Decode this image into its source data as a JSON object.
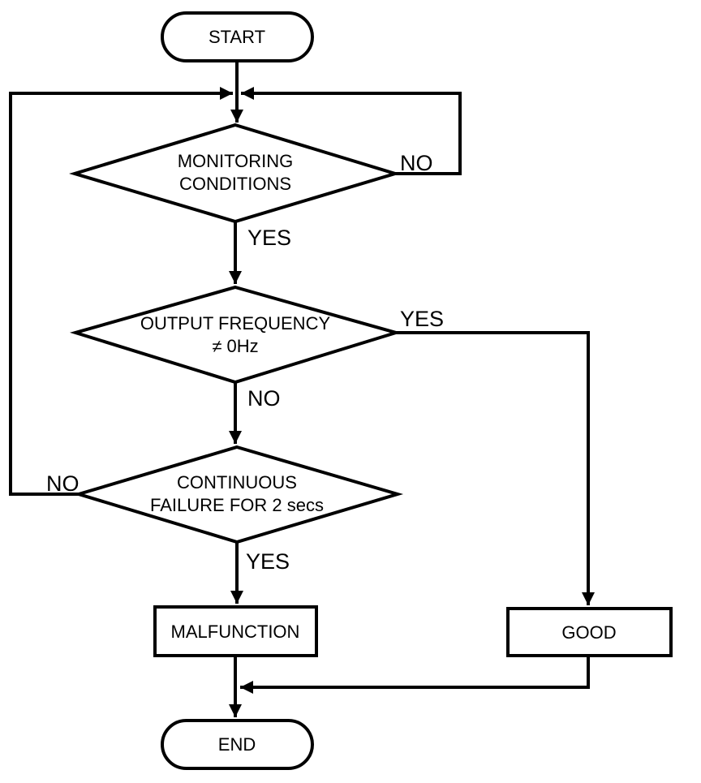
{
  "diagram": {
    "type": "flowchart",
    "colors": {
      "background": "#ffffff",
      "stroke": "#000000",
      "text": "#000000"
    },
    "nodes": {
      "start": {
        "type": "terminator",
        "label": "START"
      },
      "monitoring_conditions": {
        "type": "decision",
        "line1": "MONITORING",
        "line2": "CONDITIONS"
      },
      "output_frequency": {
        "type": "decision",
        "line1": "OUTPUT FREQUENCY",
        "line2": "≠ 0Hz"
      },
      "continuous_failure": {
        "type": "decision",
        "line1": "CONTINUOUS",
        "line2": "FAILURE FOR 2 secs"
      },
      "malfunction": {
        "type": "process",
        "label": "MALFUNCTION"
      },
      "good": {
        "type": "process",
        "label": "GOOD"
      },
      "end": {
        "type": "terminator",
        "label": "END"
      }
    },
    "edges": {
      "monitoring_no": {
        "label": "NO",
        "from": "monitoring_conditions",
        "to": "loop_junction"
      },
      "monitoring_yes": {
        "label": "YES",
        "from": "monitoring_conditions",
        "to": "output_frequency"
      },
      "output_yes": {
        "label": "YES",
        "from": "output_frequency",
        "to": "good"
      },
      "output_no": {
        "label": "NO",
        "from": "output_frequency",
        "to": "continuous_failure"
      },
      "continuous_no": {
        "label": "NO",
        "from": "continuous_failure",
        "to": "loop_junction"
      },
      "continuous_yes": {
        "label": "YES",
        "from": "continuous_failure",
        "to": "malfunction"
      }
    }
  }
}
